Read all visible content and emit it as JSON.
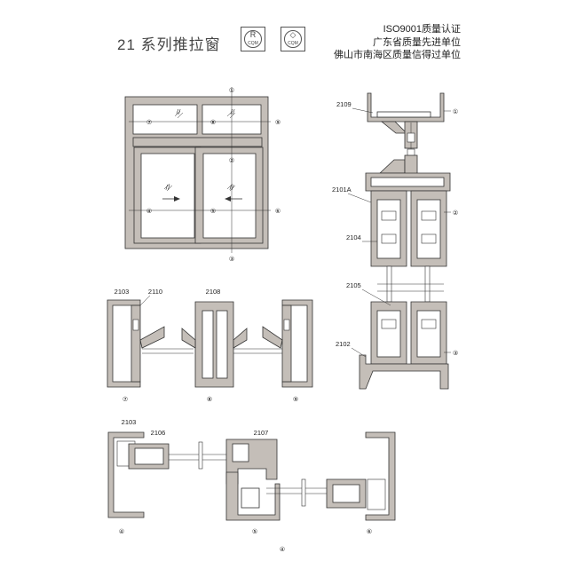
{
  "header": {
    "title": "21 系列推拉窗",
    "badges": [
      {
        "symbol": "R",
        "caption": "CQM"
      },
      {
        "symbol": "◇",
        "caption": "CQM"
      }
    ],
    "cert_lines": [
      "ISO9001质量认证",
      "广东省质量先进单位",
      "佛山市南海区质量信得过单位"
    ]
  },
  "elevation": {
    "callouts": [
      "①",
      "②",
      "③",
      "④",
      "⑤",
      "⑥",
      "⑦",
      "⑧",
      "⑨"
    ],
    "arrow_left": "→",
    "arrow_right": "←",
    "glass_mark": "//"
  },
  "vertical_section": {
    "parts": [
      "2109",
      "2101A",
      "2104",
      "2105",
      "2102"
    ],
    "callouts": [
      "①",
      "②",
      "③"
    ]
  },
  "upper_sections": {
    "parts": [
      "2103",
      "2110",
      "2108"
    ],
    "callouts": [
      "⑦",
      "⑧",
      "⑨"
    ]
  },
  "lower_section": {
    "parts": [
      "2103",
      "2106",
      "2107"
    ],
    "callouts": [
      "④",
      "⑤",
      "⑥"
    ],
    "figure_number": "④"
  },
  "colors": {
    "line": "#333333",
    "frame_fill": "#b9b3ad",
    "glass": "#ffffff"
  }
}
